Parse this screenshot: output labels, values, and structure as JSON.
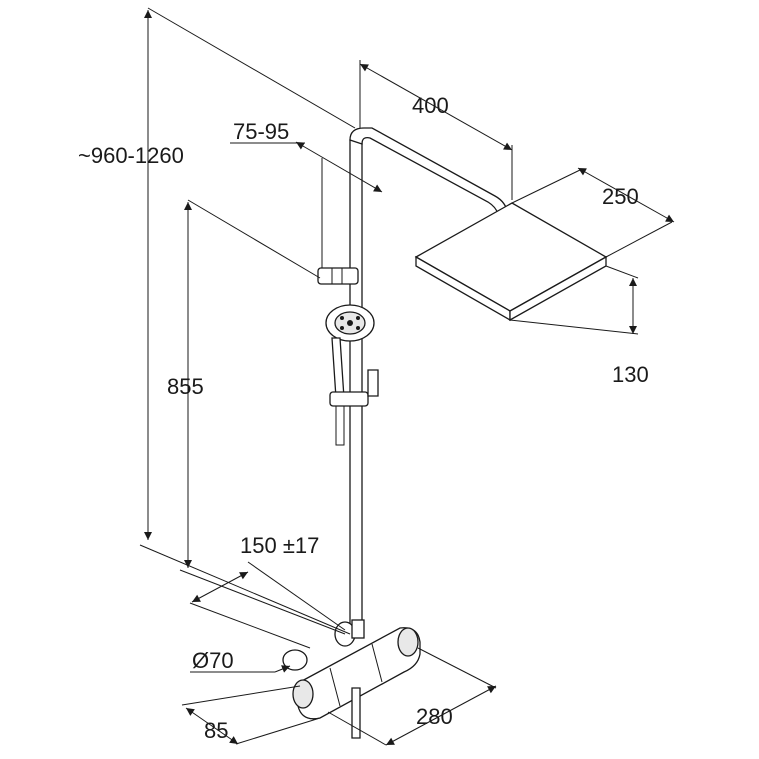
{
  "diagram": {
    "dimensions": {
      "total_height": "~960-1260",
      "arm_length": "400",
      "wall_offset": "75-95",
      "head_width": "250",
      "head_depth": "130",
      "handshower_height": "855",
      "connection_spacing": "150 ±17",
      "escutcheon_diameter": "Ø70",
      "wall_projection": "85",
      "mixer_width": "280"
    }
  }
}
